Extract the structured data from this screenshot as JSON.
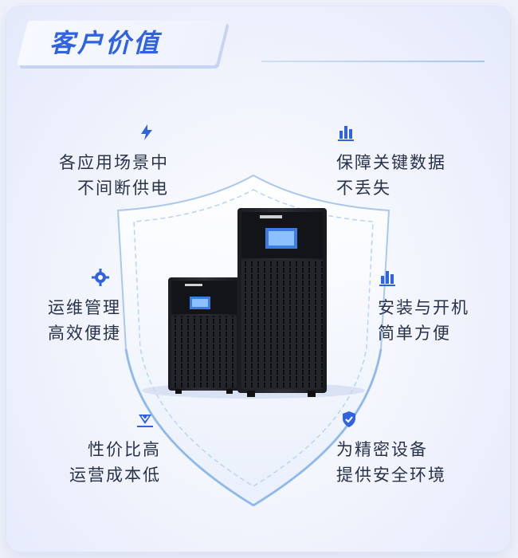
{
  "title": "客户价值",
  "features": [
    {
      "id": "f1",
      "icon": "lightning-icon",
      "line1": "各应用场景中",
      "line2": "不间断供电"
    },
    {
      "id": "f2",
      "icon": "bar-chart-icon",
      "line1": "保障关键数据",
      "line2": "不丢失"
    },
    {
      "id": "f3",
      "icon": "gear-icon",
      "line1": "运维管理",
      "line2": "高效便捷"
    },
    {
      "id": "f4",
      "icon": "bar-chart-icon",
      "line1": "安装与开机",
      "line2": "简单方便"
    },
    {
      "id": "f5",
      "icon": "diamond-icon",
      "line1": "性价比高",
      "line2": "运营成本低"
    },
    {
      "id": "f6",
      "icon": "shield-check-icon",
      "line1": "为精密设备",
      "line2": "提供安全环境"
    }
  ],
  "colors": {
    "accent": "#2f63e0",
    "text": "#28324a",
    "shield": "#7fb0ea"
  }
}
